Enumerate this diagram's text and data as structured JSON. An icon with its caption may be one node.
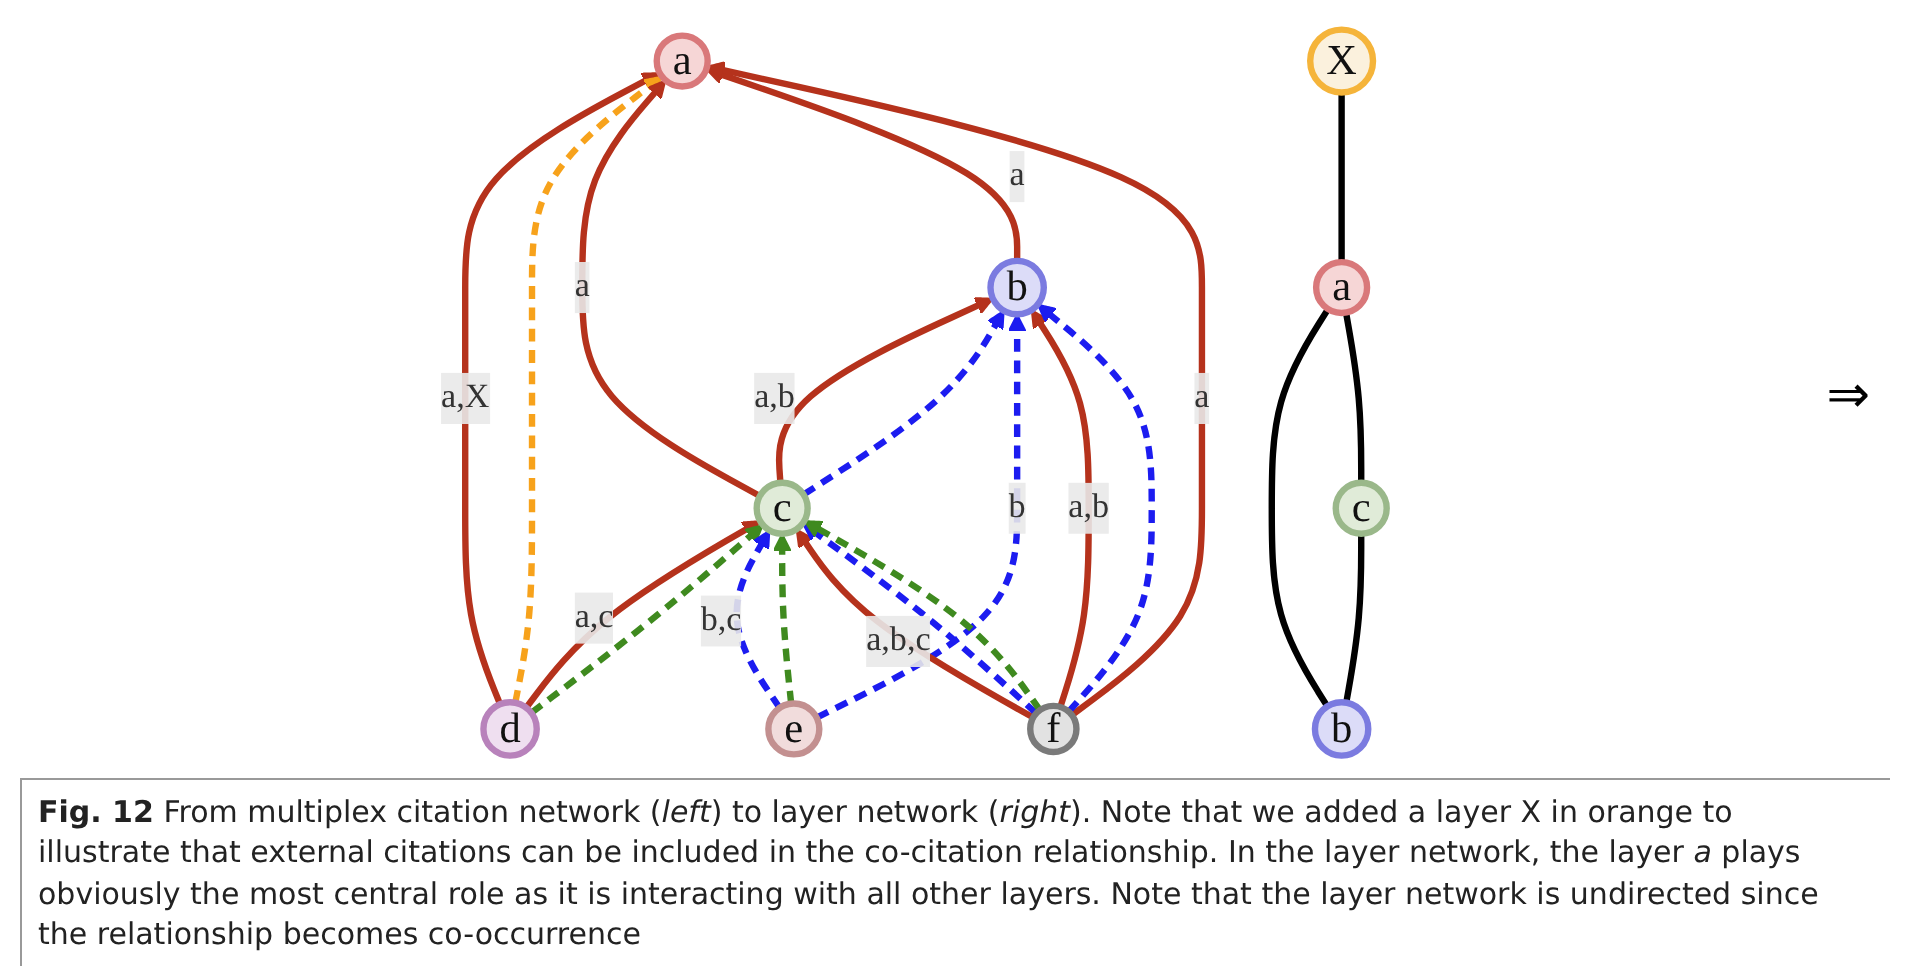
{
  "diagram": {
    "caption": "**Fig. 12** From multiplex citation network (*left*) to layer network (*right*). Note that we added a layer X in orange to illustrate that external citations can be included in the co-citation relationship. In the layer network, the layer *a* plays obviously the most central role as it is interacting with all other layers. Note that the layer network is undirected since the relationship becomes co-occurrence",
    "nodes": [
      {
        "text": [
          "a"
        ]
      },
      {
        "text": [
          "b"
        ]
      },
      {
        "text": [
          "c"
        ]
      },
      {
        "text": [
          "d"
        ]
      },
      {
        "text": [
          "e"
        ]
      },
      {
        "text": [
          "f"
        ]
      },
      {
        "text": [
          "b"
        ]
      },
      {
        "text": [
          "a"
        ]
      },
      {
        "text": [
          "c"
        ]
      },
      {
        "text": [
          "X"
        ]
      }
    ],
    "edges": [
      {
        "from": 3,
        "to": 0,
        "arrow": "to",
        "label": "a,X",
        "color": "#b5321c"
      },
      {
        "from": 3,
        "to": 0,
        "arrow": "to",
        "style": "dashed",
        "color": "#f7a21b"
      },
      {
        "from": 2,
        "to": 0,
        "arrow": "to",
        "label": "a",
        "color": "#b5321c"
      },
      {
        "from": 1,
        "to": 0,
        "arrow": "to",
        "label": "a",
        "color": "#b5321c"
      },
      {
        "from": 5,
        "to": 0,
        "arrow": "to",
        "label": "a",
        "color": "#b5321c"
      },
      {
        "from": 2,
        "to": 1,
        "arrow": "to",
        "label": "a,b",
        "color": "#b5321c"
      },
      {
        "from": 2,
        "to": 1,
        "arrow": "to",
        "style": "dashed",
        "color": "#1c1cf0"
      },
      {
        "from": 4,
        "to": 1,
        "arrow": "to",
        "label": "b",
        "style": "dashed",
        "color": "#1c1cf0"
      },
      {
        "from": 5,
        "to": 1,
        "arrow": "to",
        "label": "a,b",
        "color": "#b5321c"
      },
      {
        "from": 5,
        "to": 1,
        "arrow": "to",
        "style": "dashed",
        "color": "#1c1cf0"
      },
      {
        "from": 3,
        "to": 2,
        "arrow": "to",
        "label": "a,c",
        "color": "#b5321c"
      },
      {
        "from": 3,
        "to": 2,
        "arrow": "to",
        "style": "dashed",
        "color": "#3f8a1f"
      },
      {
        "from": 4,
        "to": 2,
        "arrow": "to",
        "label": "b,c",
        "style": "dashed",
        "color": "#1c1cf0"
      },
      {
        "from": 4,
        "to": 2,
        "arrow": "to",
        "style": "dashed",
        "color": "#3f8a1f"
      },
      {
        "from": 5,
        "to": 2,
        "arrow": "to",
        "label": "a,b,c",
        "color": "#b5321c"
      },
      {
        "from": 5,
        "to": 2,
        "arrow": "to",
        "style": "dashed",
        "color": "#1c1cf0"
      },
      {
        "from": 5,
        "to": 2,
        "arrow": "to",
        "style": "dashed",
        "color": "#3f8a1f"
      },
      {
        "from": 6,
        "to": 7,
        "arrow": "none",
        "color": "#000000"
      },
      {
        "from": 6,
        "to": 8,
        "arrow": "none",
        "color": "#000000"
      },
      {
        "from": 8,
        "to": 7,
        "arrow": "none",
        "color": "#000000"
      },
      {
        "from": 7,
        "to": 9,
        "arrow": "none",
        "color": "#000000"
      }
    ],
    "labels": [
      "⇒"
    ]
  }
}
